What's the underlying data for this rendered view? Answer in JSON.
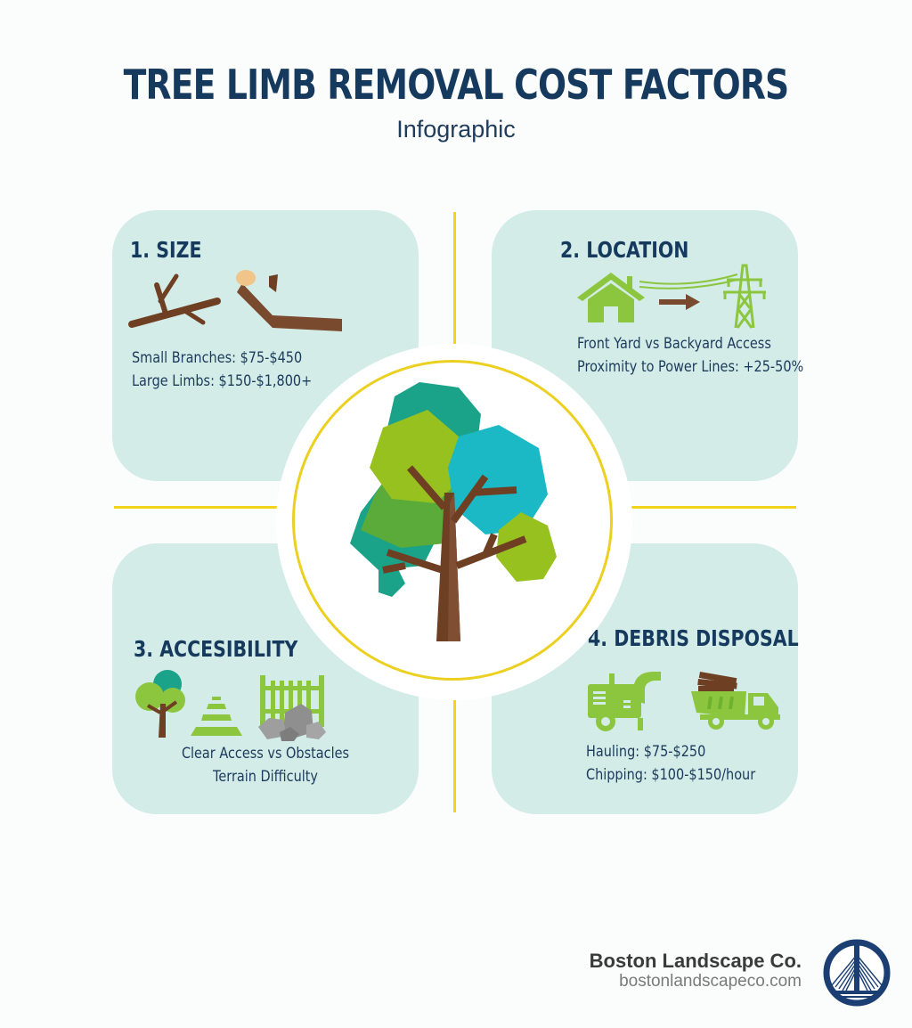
{
  "header": {
    "title": "TREE LIMB REMOVAL COST FACTORS",
    "subtitle": "Infographic"
  },
  "colors": {
    "title": "#163a5e",
    "card_bg": "#d3ece7",
    "divider": "#f2d41a",
    "icon_green": "#8cc63f",
    "branch_brown": "#7a4a2e",
    "tree_teal": "#1aa388",
    "tree_cyan": "#1bb9c6",
    "tree_lime": "#97c11f"
  },
  "cards": [
    {
      "heading": "1. SIZE",
      "icons": [
        "small-branch-icon",
        "large-limb-icon"
      ],
      "lines": [
        "Small Branches: $75-$450",
        "Large Limbs: $150-$1,800+"
      ]
    },
    {
      "heading": "2. LOCATION",
      "icons": [
        "house-icon",
        "arrow-right-icon",
        "power-tower-icon"
      ],
      "lines": [
        "Front Yard vs Backyard Access",
        "Proximity to Power Lines: +25-50%"
      ]
    },
    {
      "heading": "3. ACCESIBILITY",
      "icons": [
        "tree-icon",
        "terrain-icon",
        "fence-icon",
        "rocks-icon"
      ],
      "lines": [
        "Clear Access vs Obstacles",
        "Terrain Difficulty"
      ]
    },
    {
      "heading": "4. DEBRIS DISPOSAL",
      "icons": [
        "wood-chipper-icon",
        "dump-truck-icon"
      ],
      "lines": [
        "Hauling: $75-$250",
        "Chipping: $100-$150/hour"
      ]
    }
  ],
  "center": {
    "icon": "tree-illustration"
  },
  "footer": {
    "company": "Boston Landscape Co.",
    "url": "bostonlandscapeco.com",
    "logo": "bridge-logo-icon"
  }
}
